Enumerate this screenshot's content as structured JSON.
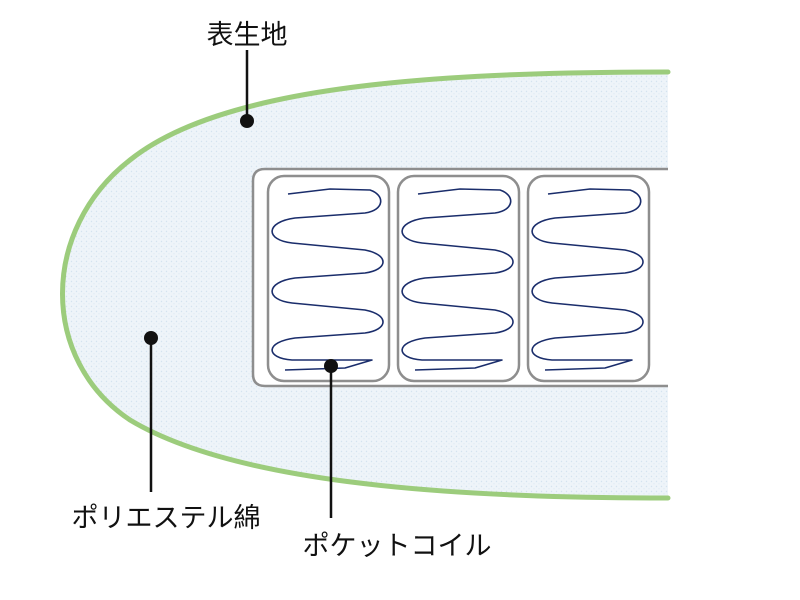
{
  "labels": {
    "outer_fabric": "表生地",
    "polyester_padding": "ポリエステル綿",
    "pocket_coil": "ポケットコイル"
  },
  "colors": {
    "outer_fabric_stroke": "#9ccc7c",
    "padding_fill": "#eef4f9",
    "padding_dot": "#d4e3ef",
    "coil_frame": "#8e8e8e",
    "spring": "#1a2d6b",
    "leader": "#111111"
  },
  "coil_count": 3
}
